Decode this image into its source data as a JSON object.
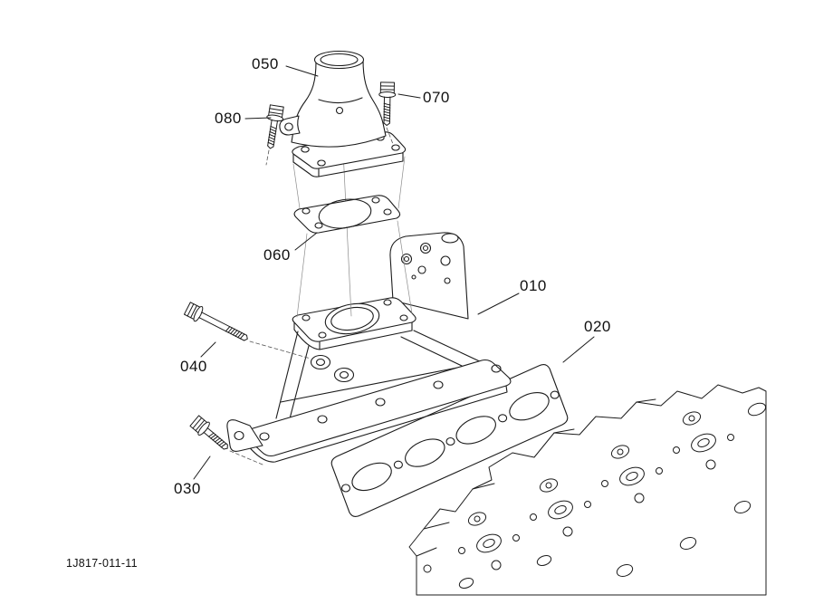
{
  "figure": {
    "background": "#ffffff",
    "line_color": "#1c1c1c",
    "drawing_number": "1J817-011-11"
  },
  "callouts": {
    "c050": {
      "label": "050"
    },
    "c070": {
      "label": "070"
    },
    "c080": {
      "label": "080"
    },
    "c060": {
      "label": "060"
    },
    "c010": {
      "label": "010"
    },
    "c020": {
      "label": "020"
    },
    "c040": {
      "label": "040"
    },
    "c030": {
      "label": "030"
    }
  }
}
